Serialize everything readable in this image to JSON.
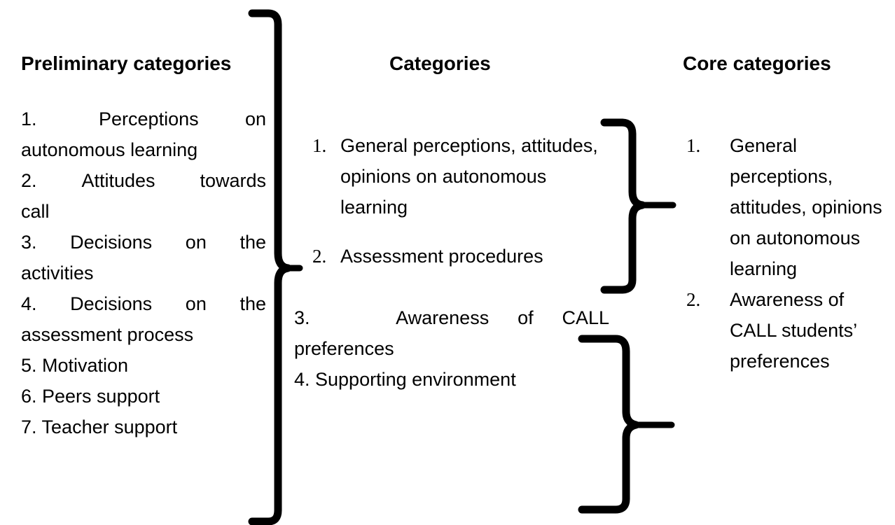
{
  "figure": {
    "type": "hierarchy-diagram",
    "description": "Three-column qualitative coding diagram linking preliminary categories to categories to core categories via curly braces",
    "background_color": "#ffffff",
    "line_color": "#000000"
  },
  "columns": {
    "preliminary": {
      "header": "Preliminary categories",
      "items": [
        {
          "number": "1.",
          "text": "Perceptions on autonomous learning"
        },
        {
          "number": "2.",
          "text": "Attitudes towards call"
        },
        {
          "number": "3.",
          "text": "Decisions on the activities"
        },
        {
          "number": "4.",
          "text": "Decisions on the assessment process"
        },
        {
          "number": "5.",
          "text": "Motivation"
        },
        {
          "number": "6.",
          "text": "Peers support"
        },
        {
          "number": "7.",
          "text": "Teacher support"
        }
      ],
      "lines": [
        "1.    Perceptions   on",
        "autonomous learning",
        "2.  Attitudes  towards",
        "call",
        "3.  Decisions  on  the",
        "activities",
        "4.  Decisions  on  the",
        "assessment process",
        "5. Motivation",
        "6. Peers support",
        "7. Teacher support"
      ]
    },
    "categories": {
      "header": "Categories",
      "items": [
        {
          "number": "1.",
          "text": "General perceptions, attitudes, opinions on autonomous learning"
        },
        {
          "number": "2.",
          "text": "Assessment procedures"
        },
        {
          "number": "3.",
          "text": "Awareness of CALL preferences"
        },
        {
          "number": "4.",
          "text": "Supporting environment"
        }
      ],
      "tail_line_3": "3.      Awareness  of  CALL",
      "tail_line_3b": "preferences",
      "tail_line_4": "4. Supporting environment"
    },
    "core": {
      "header": "Core categories",
      "items": [
        {
          "number": "1.",
          "text": "General perceptions, attitudes, opinions on autonomous learning"
        },
        {
          "number": "2.",
          "text": "Awareness of CALL students’ preferences"
        }
      ]
    }
  },
  "braces": [
    {
      "name": "preliminary-to-categories-brace",
      "groups_from": "All 7 preliminary categories",
      "points_to": "Categories column"
    },
    {
      "name": "categories-1-2-to-core-1-brace",
      "groups_from": "Categories 1 and 2",
      "points_to": "Core category 1"
    },
    {
      "name": "categories-3-4-to-core-2-brace",
      "groups_from": "Categories 3 and 4",
      "points_to": "Core category 2"
    }
  ]
}
